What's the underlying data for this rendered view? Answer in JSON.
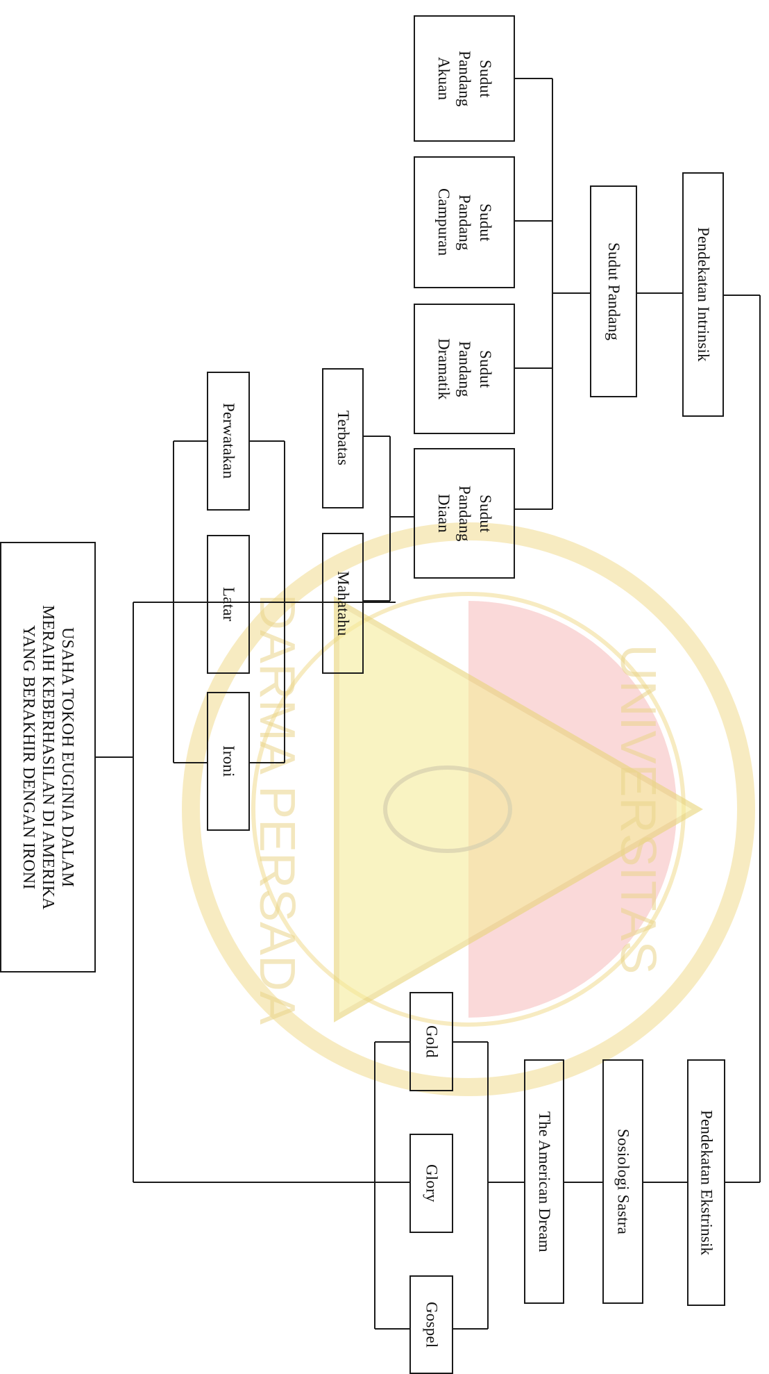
{
  "watermark": {
    "text_top": "UNIVERSITAS",
    "text_bottom": "DARMA PERSADA",
    "colors": {
      "ring": "#f3e3a6",
      "red": "#f5b9b9",
      "yellow": "#f6ec9a"
    },
    "emblem": "university-seal-triangle-ganesha"
  },
  "diagram": {
    "root": "USAHA TOKOH EUGINIA DALAM\nMERAIH KEBERHASILAN DI AMERIKA\nYANG BERAKHIR DENGAN IRONI",
    "intrinsic": {
      "approach": "Pendekatan Intrinsik",
      "point_of_view": "Sudut Pandang",
      "pov_types": {
        "akuan": "Sudut\nPandang\nAkuan",
        "campuran": "Sudut\nPandang\nCampuran",
        "dramatik": "Sudut\nPandang\nDramatik",
        "diaan": "Sudut\nPandang\nDiaan"
      },
      "diaan_types": {
        "terbatas": "Terbatas",
        "mahatahu": "Mahatahu"
      },
      "elements": {
        "perwatakan": "Perwatakan",
        "latar": "Latar",
        "ironi": "Ironi"
      }
    },
    "extrinsic": {
      "approach": "Pendekatan Ekstrinsik",
      "sociology": "Sosiologi Sastra",
      "american_dream": "The American Dream",
      "values": {
        "gold": "Gold",
        "glory": "Glory",
        "gospel": "Gospel"
      }
    }
  }
}
